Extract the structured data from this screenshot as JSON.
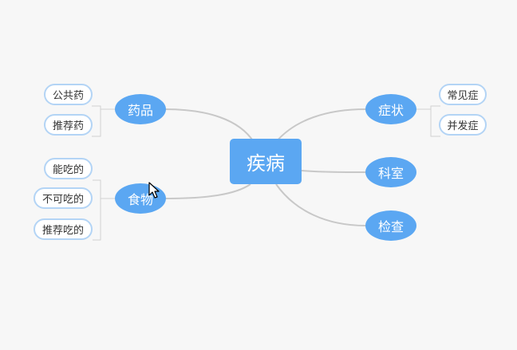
{
  "mindmap": {
    "center": "疾病",
    "left": [
      {
        "label": "药品",
        "children": [
          "公共药",
          "推荐药"
        ]
      },
      {
        "label": "食物",
        "children": [
          "能吃的",
          "不可吃的",
          "推荐吃的"
        ]
      }
    ],
    "right": [
      {
        "label": "症状",
        "children": [
          "常见症",
          "并发症"
        ]
      },
      {
        "label": "科室",
        "children": []
      },
      {
        "label": "检查",
        "children": []
      }
    ]
  },
  "colors": {
    "node_fill": "#5ba7f2",
    "leaf_border": "#b3d4f5",
    "connector": "#c8c8c8",
    "background": "#f7f7f7"
  }
}
